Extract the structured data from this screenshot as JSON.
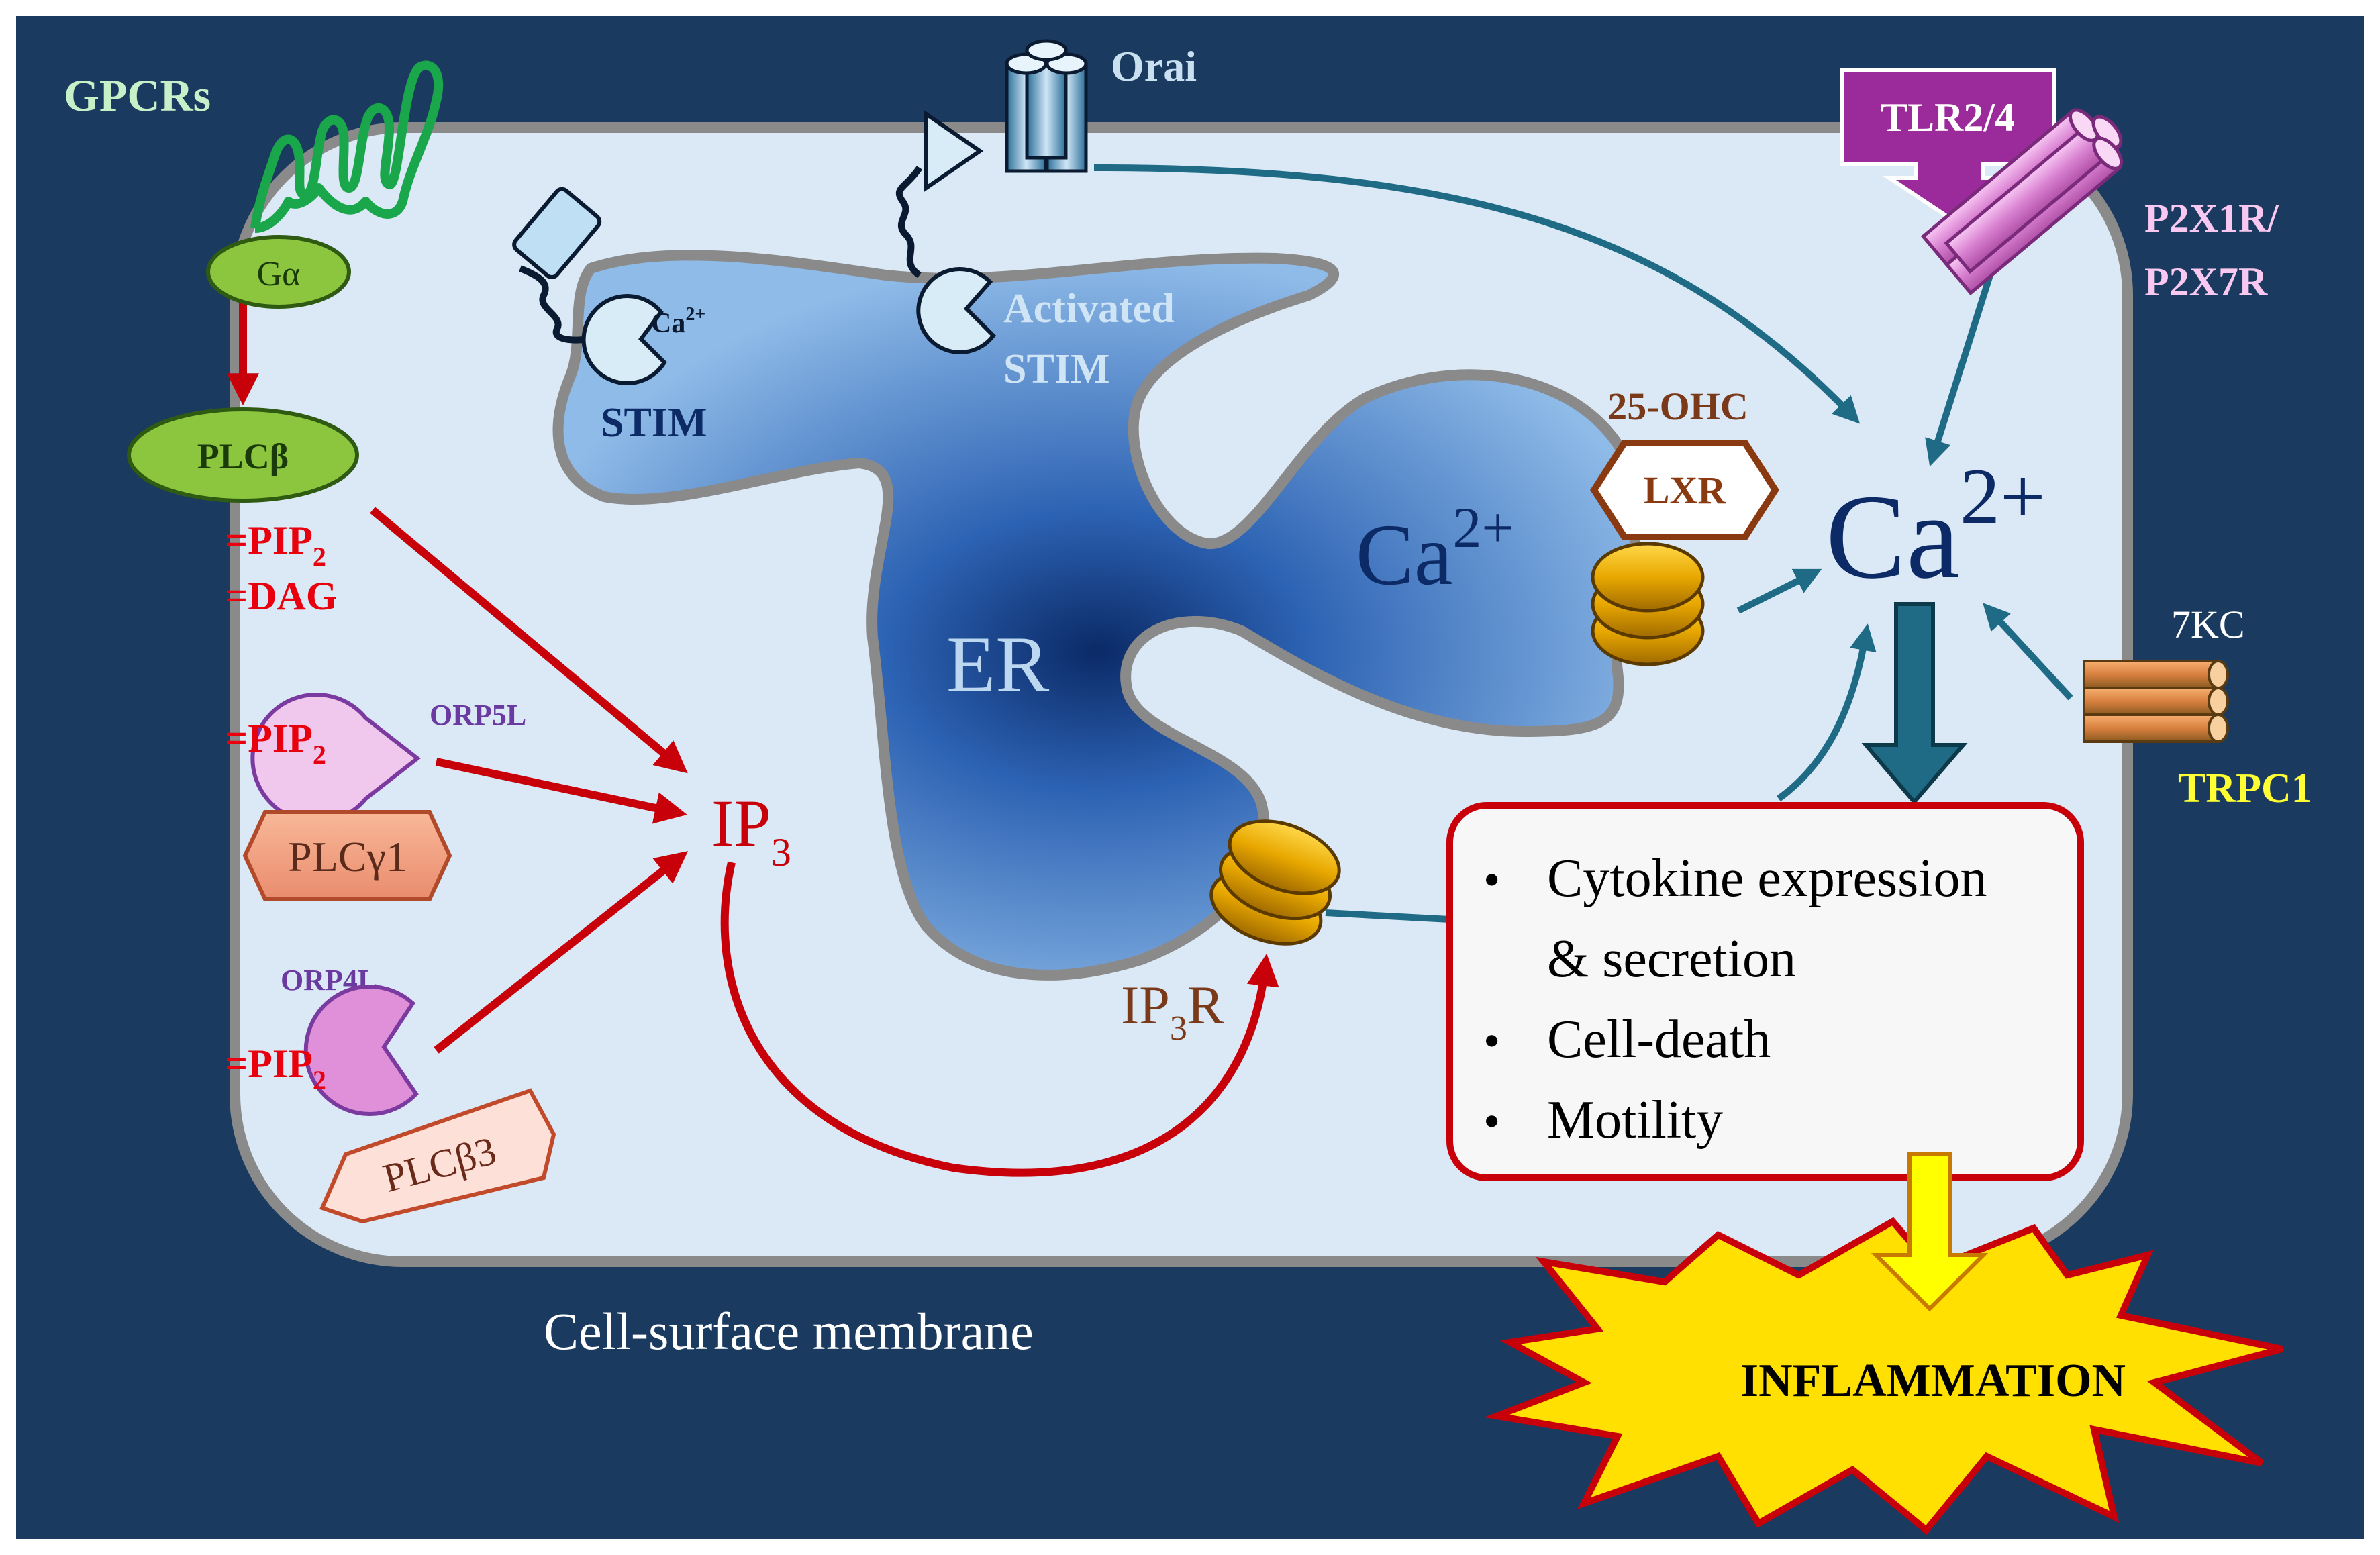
{
  "labels": {
    "gpcrs": "GPCRs",
    "galpha": "Gα",
    "plcbeta": "PLCβ",
    "pip2_a": "PIP",
    "pip2_a_sub": "2",
    "dag": "DAG",
    "pip2_b": "PIP",
    "pip2_b_sub": "2",
    "orp5l": "ORP5L",
    "plcgamma1": "PLCγ1",
    "orp4l": "ORP4L",
    "pip2_c": "PIP",
    "pip2_c_sub": "2",
    "plcbeta3": "PLCβ3",
    "ip3": "IP",
    "ip3_sub": "3",
    "stim_ca": "Ca",
    "stim_ca_sup": "2+",
    "stim": "STIM",
    "orai": "Orai",
    "activated_1": "Activated",
    "activated_2": "STIM",
    "er": "ER",
    "er_ca": "Ca",
    "er_ca_sup": "2+",
    "ohc": "25-OHC",
    "lxr": "LXR",
    "ip3r": "IP",
    "ip3r_sub": "3",
    "ip3r_r": "R",
    "tlr": "TLR2/4",
    "p2x_1": "P2X1R/",
    "p2x_2": "P2X7R",
    "cyto_ca": "Ca",
    "cyto_ca_sup": "2+",
    "kc": "7KC",
    "trpc1": "TRPC1",
    "effects": [
      "Cytokine expression",
      "& secretion",
      "Cell-death",
      "Motility"
    ],
    "bullet": "•",
    "membrane": "Cell-surface membrane",
    "inflammation": "INFLAMMATION"
  },
  "colors": {
    "background": "#1a3a5f",
    "cell_fill": "#dbe9f6",
    "cell_border": "#8a8a8a",
    "er_center": "#0b2a66",
    "er_edge": "#7fb2e6",
    "red_arrow": "#c8000a",
    "teal_arrow": "#1f6b86",
    "green": "#1aa64a",
    "plc_green": "#8cc63f",
    "purple": "#9b2a9b",
    "pink": "#f0a0e8",
    "gold": "#e8a800",
    "yellow": "#ffff00",
    "label_green": "#c8f0c8",
    "label_pink": "#f8c8f0"
  },
  "icons": [
    "gpcr-icon",
    "pacman-icon",
    "hexagon-icon",
    "cylinder-channel-icon",
    "ip3-receptor-icon",
    "starburst-icon",
    "triangle-icon"
  ]
}
